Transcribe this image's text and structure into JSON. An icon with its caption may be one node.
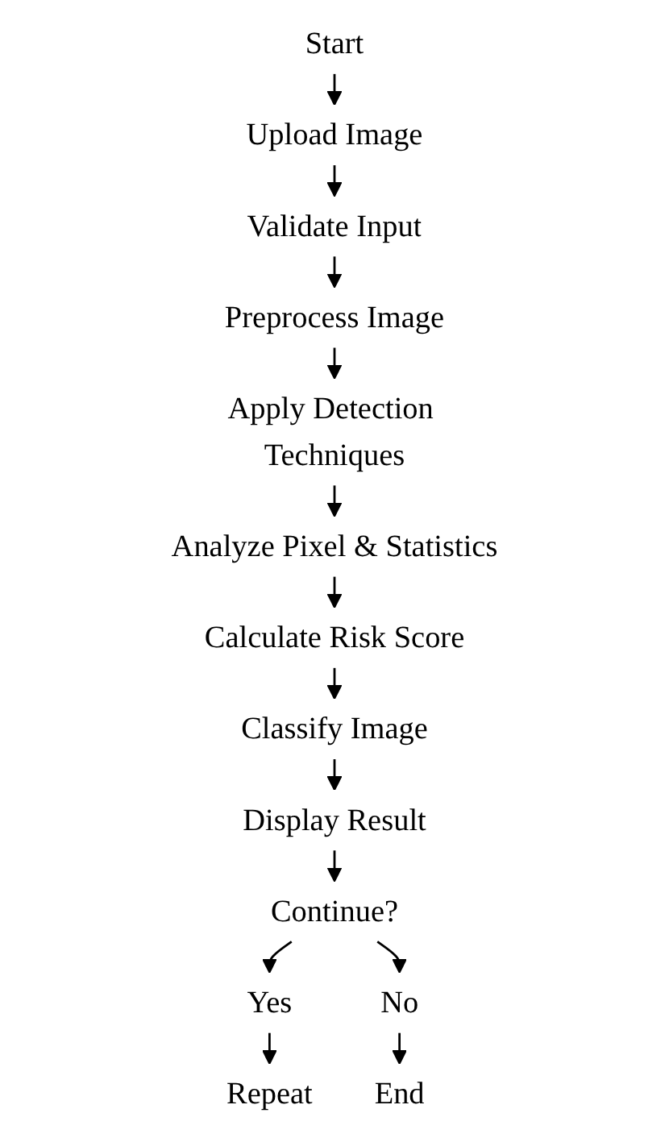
{
  "diagram": {
    "nodes": [
      {
        "text": [
          "Start"
        ]
      },
      {
        "text": [
          "Upload Image"
        ]
      },
      {
        "text": [
          "Validate Input"
        ]
      },
      {
        "text": [
          "Preprocess Image"
        ]
      },
      {
        "text": [
          "Apply Detection Techniques"
        ]
      },
      {
        "text": [
          "Analyze Pixel & Statistics"
        ]
      },
      {
        "text": [
          "Calculate Risk Score"
        ]
      },
      {
        "text": [
          "Classify Image"
        ]
      },
      {
        "text": [
          "Display Result"
        ]
      },
      {
        "text": [
          "Continue?"
        ]
      },
      {
        "text": [
          "Yes"
        ]
      },
      {
        "text": [
          "Repeat"
        ]
      },
      {
        "text": [
          "No"
        ]
      },
      {
        "text": [
          "End"
        ]
      }
    ],
    "edges": [
      {
        "from": 0,
        "to": 1,
        "arrow": "to"
      },
      {
        "from": 1,
        "to": 2,
        "arrow": "to"
      },
      {
        "from": 2,
        "to": 3,
        "arrow": "to"
      },
      {
        "from": 3,
        "to": 4,
        "arrow": "to"
      },
      {
        "from": 4,
        "to": 5,
        "arrow": "to"
      },
      {
        "from": 5,
        "to": 6,
        "arrow": "to"
      },
      {
        "from": 6,
        "to": 7,
        "arrow": "to"
      },
      {
        "from": 7,
        "to": 8,
        "arrow": "to"
      },
      {
        "from": 8,
        "to": 9,
        "arrow": "to"
      },
      {
        "from": 9,
        "to": 10,
        "arrow": "to"
      },
      {
        "from": 10,
        "to": 11,
        "arrow": "to"
      },
      {
        "from": 9,
        "to": 12,
        "arrow": "to"
      },
      {
        "from": 12,
        "to": 13,
        "arrow": "to"
      }
    ]
  }
}
